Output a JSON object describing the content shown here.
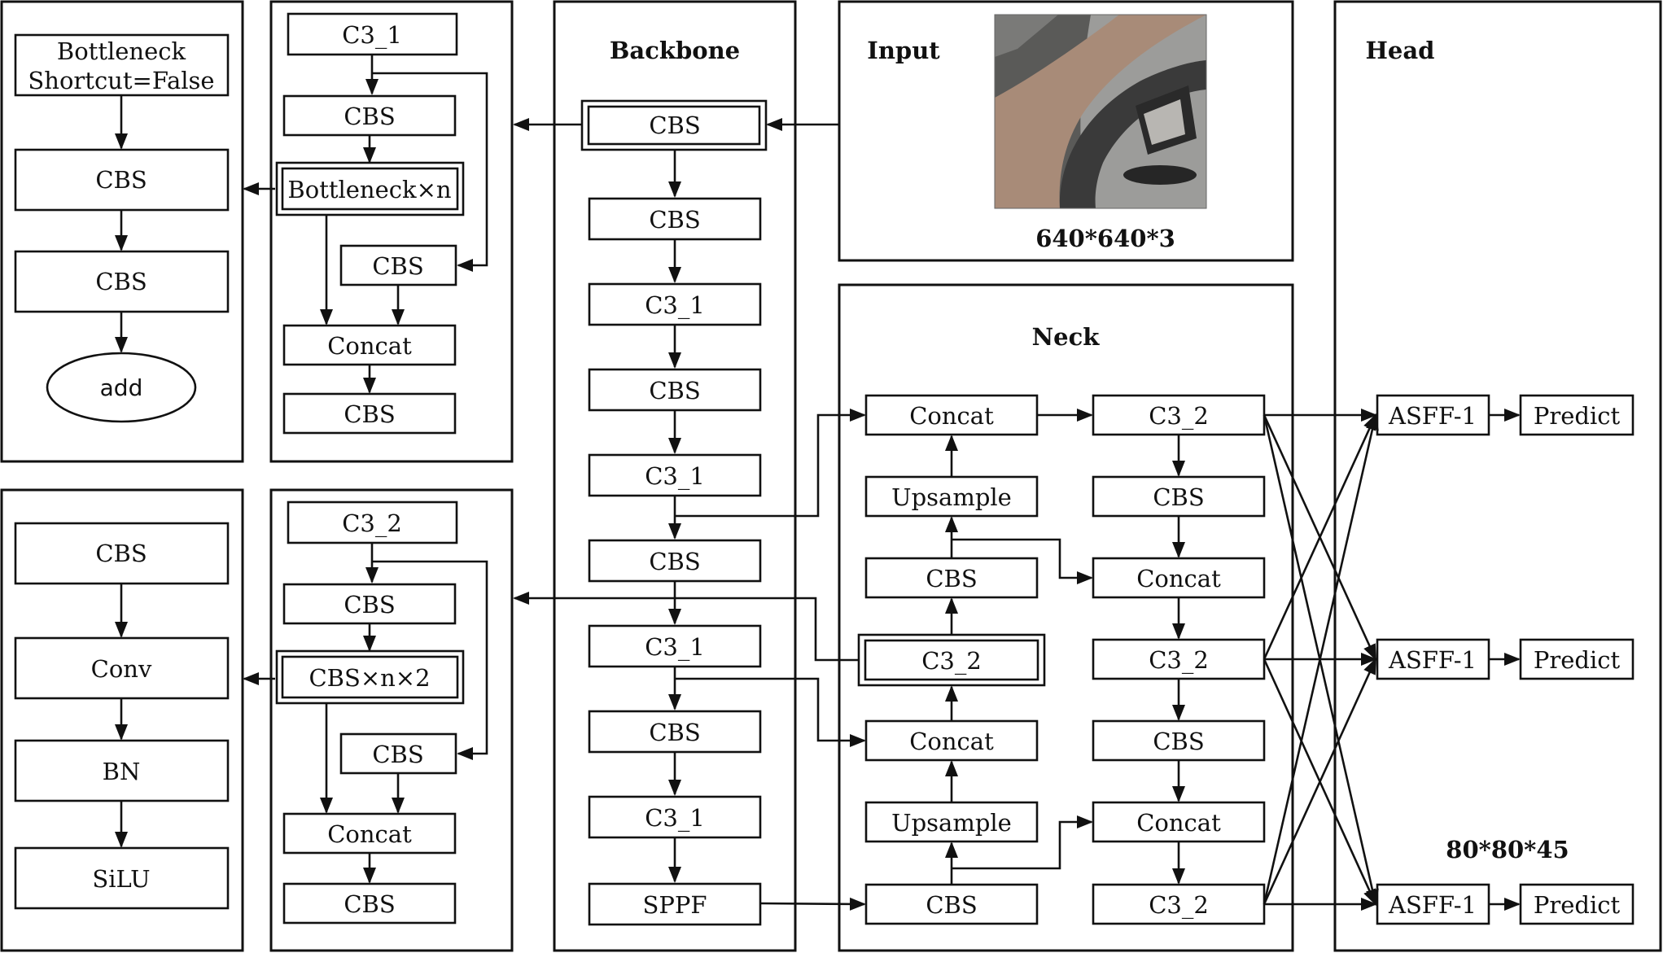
{
  "bottleneck_panel": {
    "title_line1": "Bottleneck",
    "title_line2": "Shortcut=False",
    "cbs_1": "CBS",
    "cbs_2": "CBS",
    "add": "add"
  },
  "c3_1_panel": {
    "title": "C3_1",
    "cbs_top": "CBS",
    "bottleneck_n": "Bottleneck×n",
    "cbs_side": "CBS",
    "concat": "Concat",
    "cbs_bottom": "CBS"
  },
  "cbs_panel": {
    "cbs": "CBS",
    "conv": "Conv",
    "bn": "BN",
    "silu": "SiLU"
  },
  "c3_2_panel": {
    "title": "C3_2",
    "cbs_top": "CBS",
    "cbs_n2": "CBS×n×2",
    "cbs_side": "CBS",
    "concat": "Concat",
    "cbs_bottom": "CBS"
  },
  "backbone": {
    "title": "Backbone",
    "blocks": [
      "CBS",
      "CBS",
      "C3_1",
      "CBS",
      "C3_1",
      "CBS",
      "C3_1",
      "CBS",
      "C3_1",
      "SPPF"
    ]
  },
  "input": {
    "title": "Input",
    "size": "640*640*3"
  },
  "neck": {
    "title": "Neck",
    "left": [
      "Concat",
      "Upsample",
      "CBS",
      "C3_2",
      "Concat",
      "Upsample",
      "CBS"
    ],
    "right": [
      "C3_2",
      "CBS",
      "Concat",
      "C3_2",
      "CBS",
      "Concat",
      "C3_2"
    ]
  },
  "head": {
    "title": "Head",
    "asff": [
      "ASFF-1",
      "ASFF-1",
      "ASFF-1"
    ],
    "predict": [
      "Predict",
      "Predict",
      "Predict"
    ],
    "output_size": "80*80*45"
  },
  "colors": {
    "line": "#111111",
    "background": "#ffffff",
    "image_runway": "#a88b78",
    "image_ground": "#9a9a98"
  }
}
